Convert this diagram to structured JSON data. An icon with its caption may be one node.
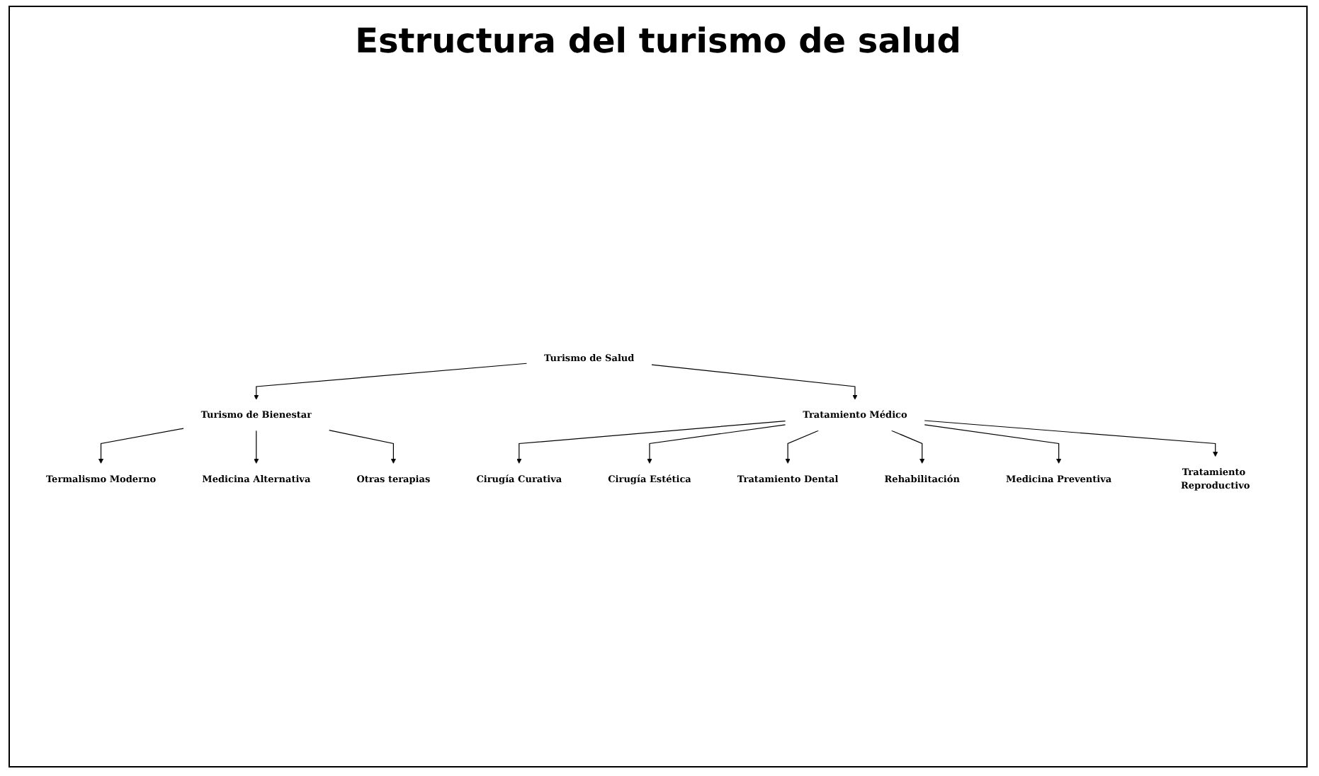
{
  "diagram": {
    "title": "Estructura del turismo de salud",
    "nodes": [
      {
        "text": [
          "Turismo de Salud"
        ]
      },
      {
        "text": [
          "Turismo de Bienestar"
        ]
      },
      {
        "text": [
          "Tratamiento Médico"
        ]
      },
      {
        "text": [
          "Termalismo Moderno"
        ]
      },
      {
        "text": [
          "Medicina Alternativa"
        ]
      },
      {
        "text": [
          "Otras terapias"
        ]
      },
      {
        "text": [
          "Cirugía Curativa"
        ]
      },
      {
        "text": [
          "Cirugía Estética"
        ]
      },
      {
        "text": [
          "Tratamiento Dental"
        ]
      },
      {
        "text": [
          "Rehabilitación"
        ]
      },
      {
        "text": [
          "Medicina Preventiva"
        ]
      },
      {
        "text": [
          "Tratamiento Reproductivo"
        ]
      }
    ],
    "edges": [
      {
        "from": 0,
        "to": 1,
        "arrow": "to"
      },
      {
        "from": 0,
        "to": 2,
        "arrow": "to"
      },
      {
        "from": 1,
        "to": 3,
        "arrow": "to"
      },
      {
        "from": 1,
        "to": 4,
        "arrow": "to"
      },
      {
        "from": 1,
        "to": 5,
        "arrow": "to"
      },
      {
        "from": 2,
        "to": 6,
        "arrow": "to"
      },
      {
        "from": 2,
        "to": 7,
        "arrow": "to"
      },
      {
        "from": 2,
        "to": 8,
        "arrow": "to"
      },
      {
        "from": 2,
        "to": 9,
        "arrow": "to"
      },
      {
        "from": 2,
        "to": 10,
        "arrow": "to"
      },
      {
        "from": 2,
        "to": 11,
        "arrow": "to"
      }
    ]
  }
}
